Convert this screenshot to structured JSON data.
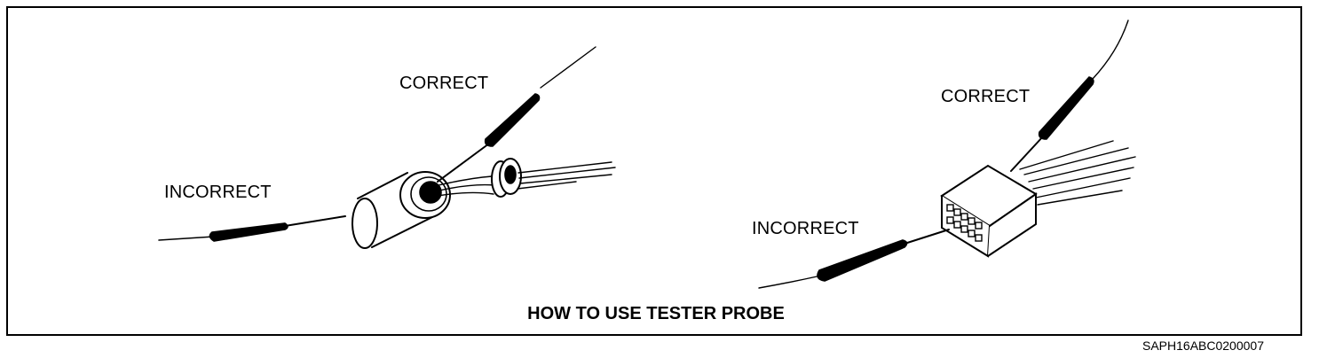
{
  "left_illustration": {
    "correct_label": "CORRECT",
    "incorrect_label": "INCORRECT"
  },
  "right_illustration": {
    "correct_label": "CORRECT",
    "incorrect_label": "INCORRECT"
  },
  "caption": "HOW TO USE TESTER PROBE",
  "figure_code": "SAPH16ABC0200007"
}
